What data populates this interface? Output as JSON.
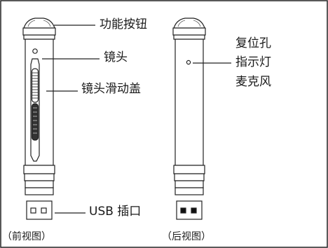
{
  "labels": {
    "function_button": "功能按钮",
    "lens": "镜头",
    "lens_slide_cover": "镜头滑动盖",
    "usb_port": "USB 插口",
    "reset_hole": "复位孔",
    "indicator_light": "指示灯",
    "microphone": "麦克风",
    "front_view": "（前视图）",
    "back_view": "（后视图）"
  }
}
